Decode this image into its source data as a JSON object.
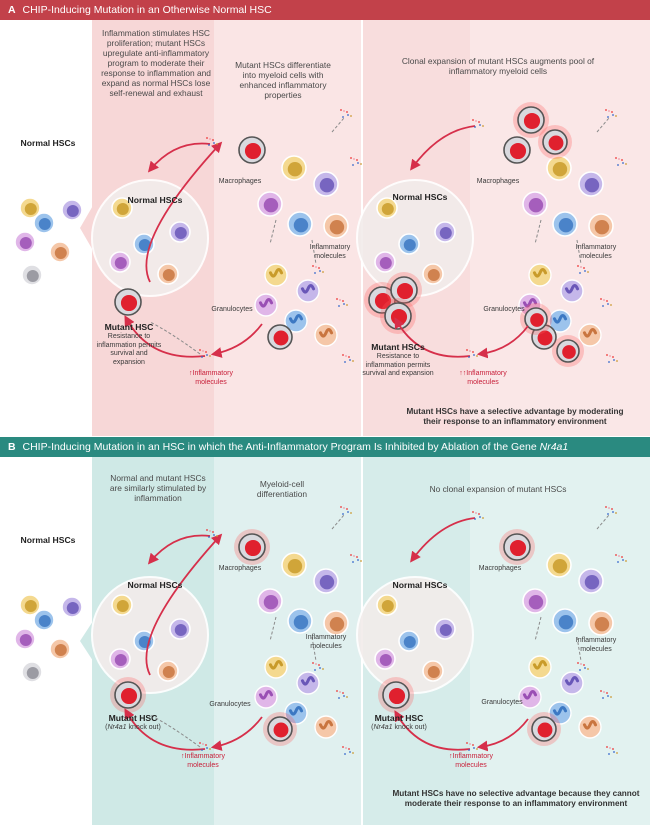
{
  "panel_a": {
    "letter": "A",
    "title": "CHIP-Inducing Mutation in an Otherwise Normal HSC",
    "normal_hscs_left": "Normal HSCs",
    "stim_text": "Inflammation stimulates HSC proliferation; mutant HSCs upregulate anti-inflammatory program to moderate their response to inflammation and expand as normal HSCs lose self-renewal and exhaust",
    "differentiate_text": "Mutant HSCs differentiate into myeloid cells with enhanced inflammatory properties",
    "clonal_text": "Clonal expansion of mutant HSCs augments pool of inflammatory myeloid cells",
    "normal_hscs_mid": "Normal HSCs",
    "normal_hscs_right": "Normal HSCs",
    "macrophages_1": "Macrophages",
    "macrophages_2": "Macrophages",
    "granulocytes_1": "Granulocytes",
    "granulocytes_2": "Granulocytes",
    "inflam_mol_1": "Inflammatory molecules",
    "inflam_mol_2": "Inflammatory molecules",
    "mutant_hsc_1": "Mutant HSC",
    "mutant_sub_1": "Resistance to inflammation permits survival and expansion",
    "mutant_hsc_2": "Mutant HSCs",
    "mutant_sub_2": "Resistance to inflammation permits survival and expansion",
    "up_inflam_1": "↑Inflammatory molecules",
    "up_inflam_2": "↑↑Inflammatory molecules",
    "footer": "Mutant HSCs have a selective advantage by moderating their response to an inflammatory environment"
  },
  "panel_b": {
    "letter": "B",
    "title_pre": "CHIP-Inducing Mutation in an HSC in which the Anti-Inflammatory Program Is Inhibited by Ablation of the Gene ",
    "title_gene": "Nr4a1",
    "normal_hscs_left": "Normal HSCs",
    "stim_text": "Normal and mutant HSCs are similarly stimulated by inflammation",
    "differentiate_text": "Myeloid-cell differentiation",
    "clonal_text": "No clonal expansion of mutant HSCs",
    "normal_hscs_mid": "Normal HSCs",
    "normal_hscs_right": "Normal HSCs",
    "macrophages_1": "Macrophages",
    "macrophages_2": "Macrophages",
    "granulocytes_1": "Granulocytes",
    "granulocytes_2": "Granulocytes",
    "inflam_mol_1": "Inflammatory molecules",
    "inflam_mol_2": "Inflammatory molecules",
    "mutant_hsc_1": "Mutant HSC",
    "knock_gene_1": "Nr4a1",
    "knock_text_1": "knock out",
    "mutant_hsc_2": "Mutant HSC",
    "knock_gene_2": "Nr4a1",
    "knock_text_2": "knock out",
    "up_inflam_1": "↑Inflammatory molecules",
    "up_inflam_2": "↑Inflammatory molecules",
    "footer": "Mutant HSCs have no selective advantage because they cannot moderate their response to an inflammatory environment"
  },
  "colors": {
    "header_a": "#c2414a",
    "header_b": "#2a8a80",
    "tint_a": "#f7d7d7",
    "tint_b": "#cfe9e6",
    "arrow": "#d62f4a",
    "mutant_red": "#e0202e"
  }
}
